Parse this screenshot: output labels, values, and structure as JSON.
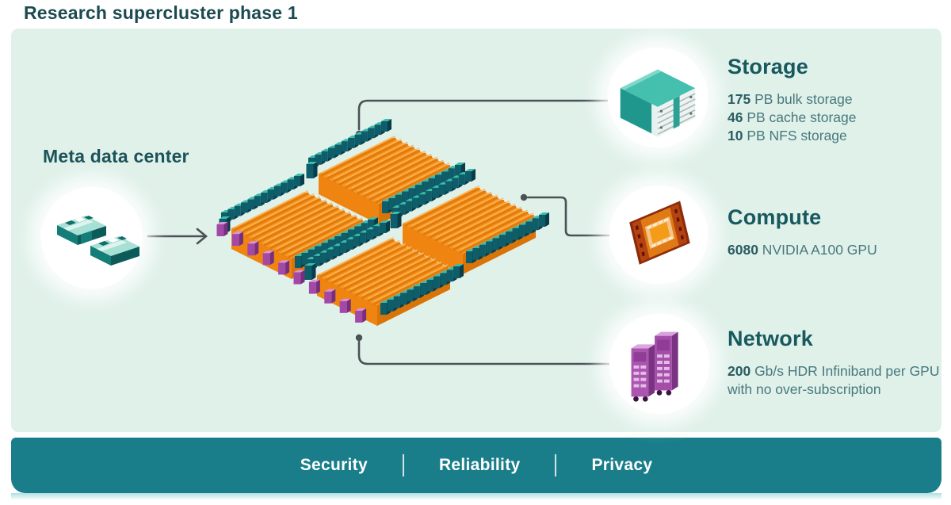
{
  "header": {
    "title": "Research supercluster phase 1"
  },
  "diagram": {
    "datacenter_label": "Meta data center",
    "callouts": [
      {
        "id": "storage",
        "title": "Storage",
        "lines": [
          {
            "value": "175",
            "text": " PB bulk storage"
          },
          {
            "value": "46",
            "text": " PB cache storage"
          },
          {
            "value": "10",
            "text": " PB NFS storage"
          }
        ]
      },
      {
        "id": "compute",
        "title": "Compute",
        "lines": [
          {
            "value": "6080",
            "text": " NVIDIA A100 GPU"
          }
        ]
      },
      {
        "id": "network",
        "title": "Network",
        "lines": [
          {
            "value": "200",
            "text": " Gb/s HDR Infiniband per GPU with no over-subscription"
          }
        ]
      }
    ]
  },
  "footer": {
    "items": [
      "Security",
      "Reliability",
      "Privacy"
    ]
  },
  "colors": {
    "panel_bg": "#e0f1ea",
    "footer_bg": "#1a7e8a",
    "heading_text": "#18595f",
    "body_text": "#47787d",
    "rack_orange": "#f8961f",
    "pillar_teal": "#0d5d6a",
    "pillar_purple": "#a348a6",
    "connector_gray": "#4b5256"
  }
}
